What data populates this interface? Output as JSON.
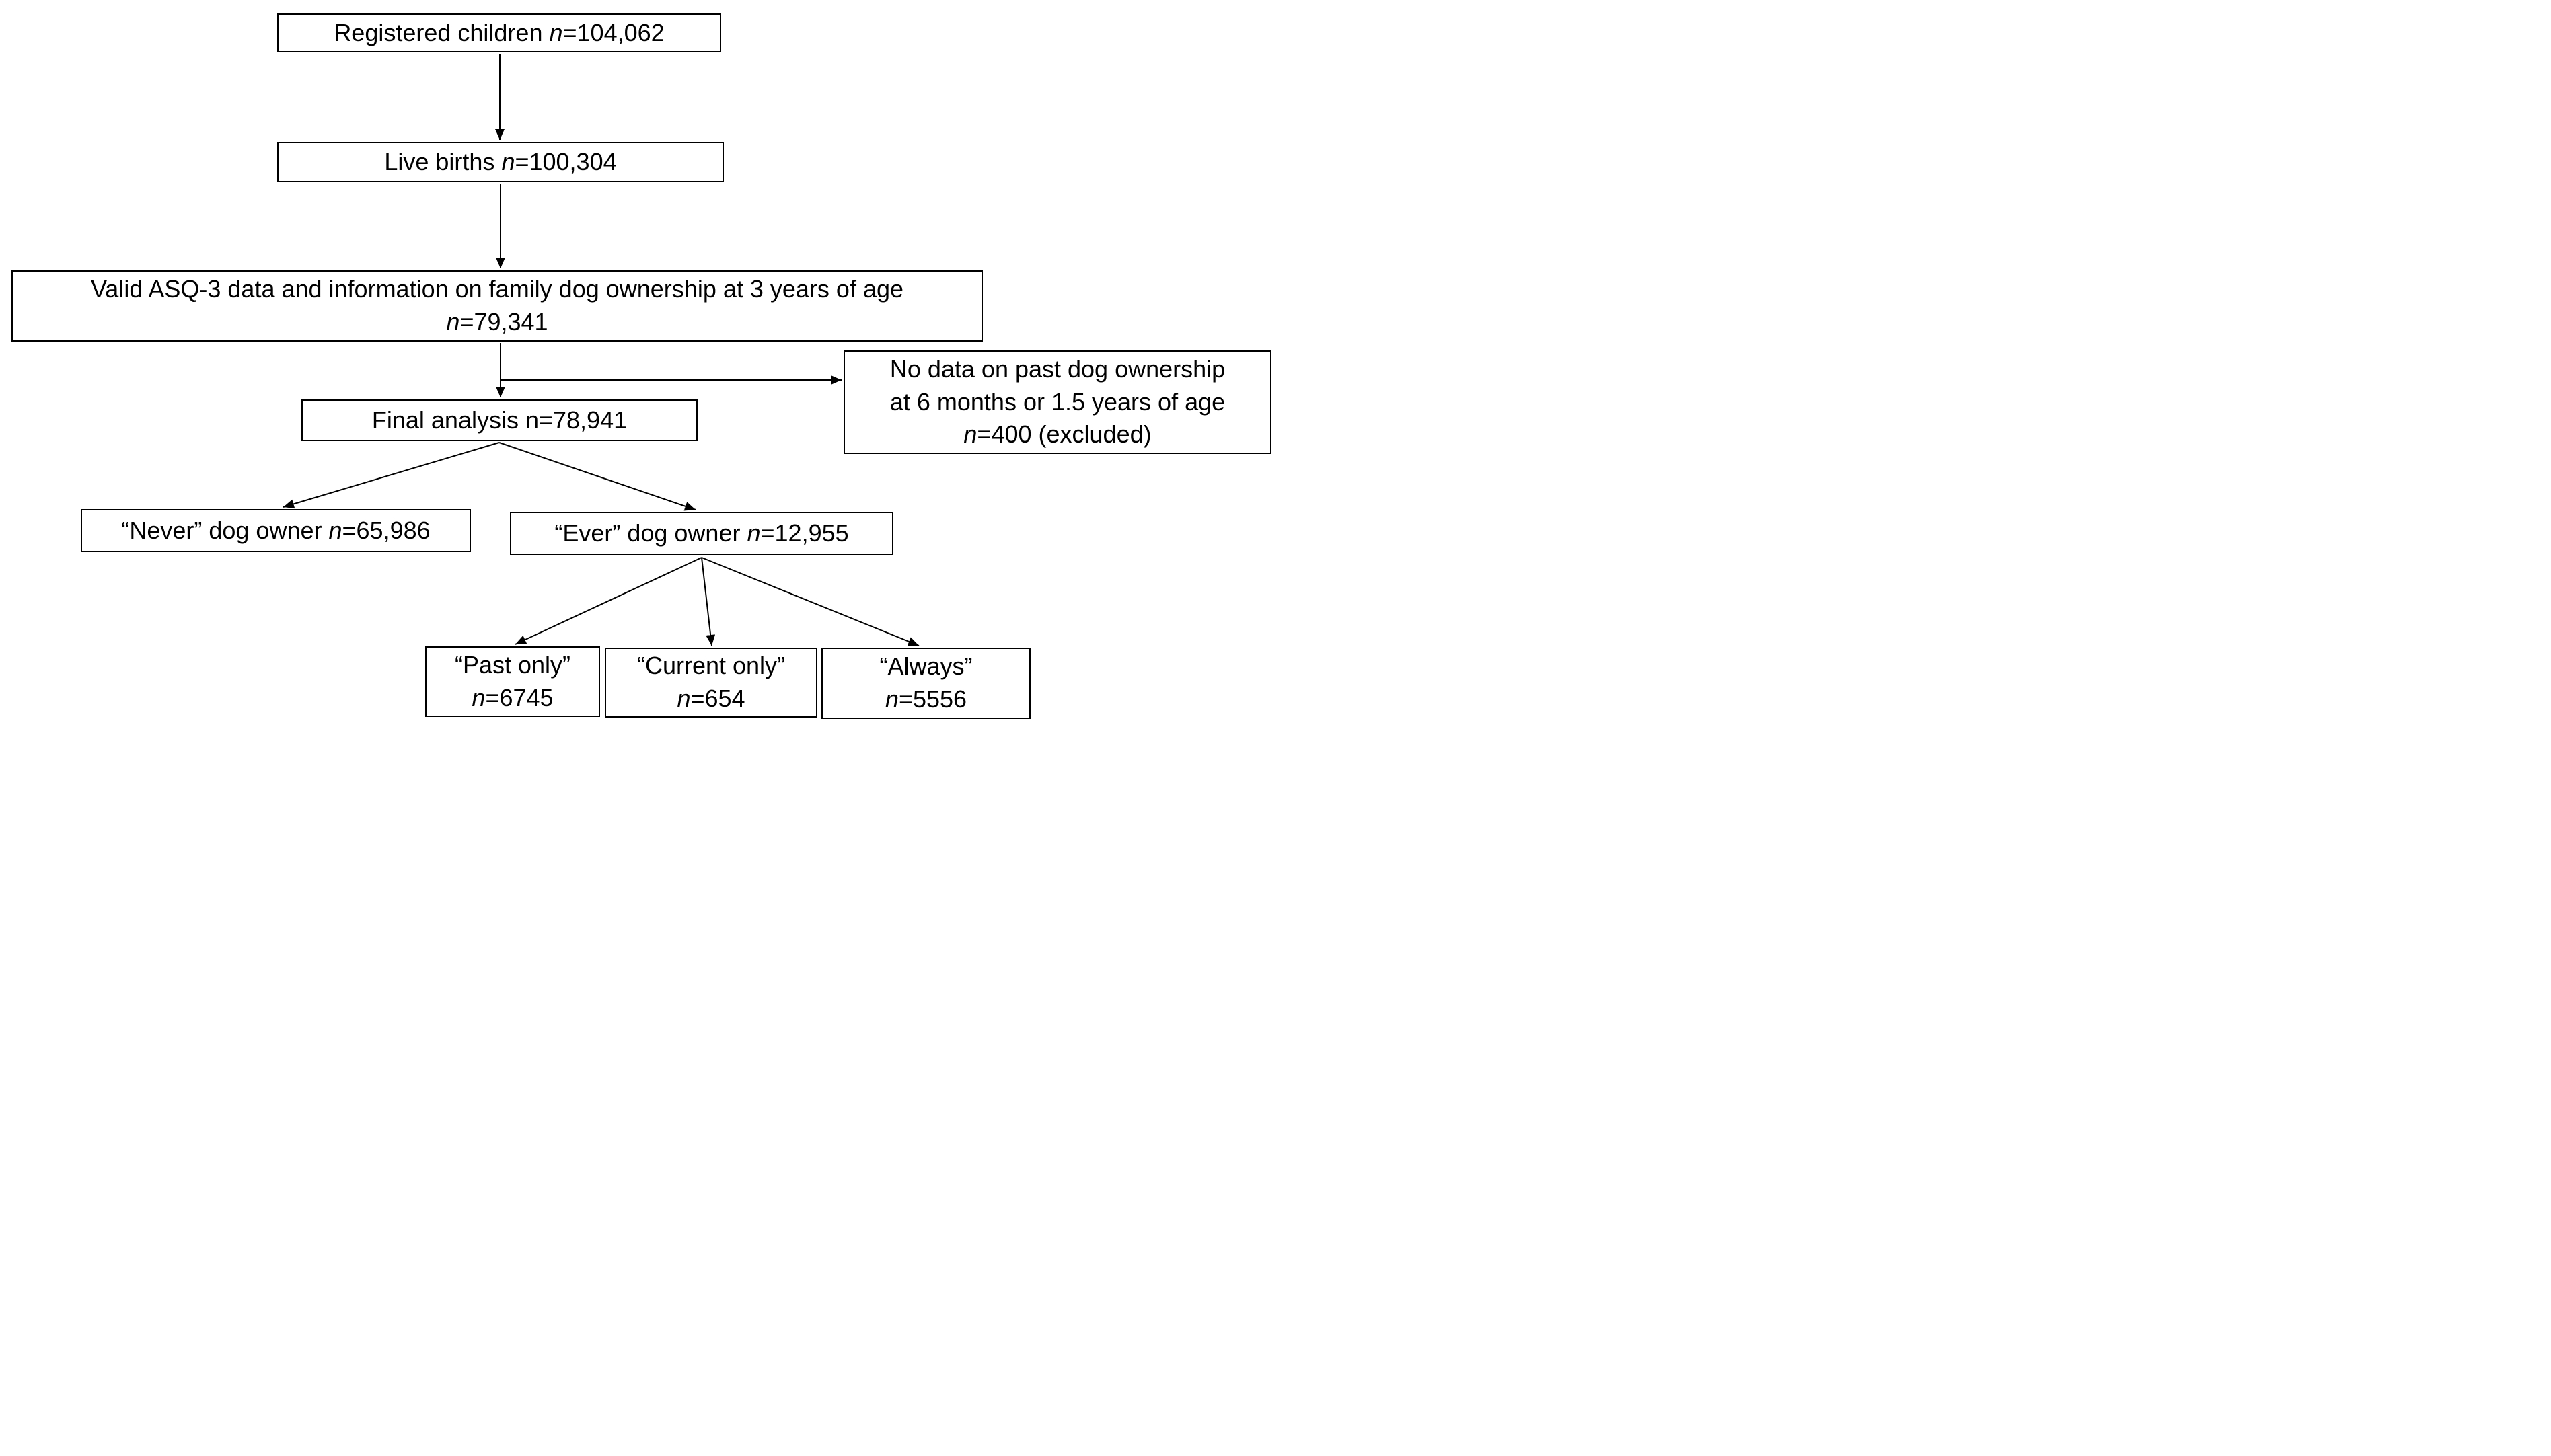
{
  "figure": {
    "type": "flowchart",
    "colors": {
      "background": "#ffffff",
      "box_fill": "#ffffff",
      "box_border": "#000000",
      "text": "#000000",
      "arrow": "#000000"
    },
    "nodes": {
      "registered": {
        "label": "Registered children n=104,062",
        "lines": [
          [
            {
              "text": "Registered children ",
              "italic": false
            },
            {
              "text": "n",
              "italic": true
            },
            {
              "text": "=104,062",
              "italic": false
            }
          ]
        ]
      },
      "live_births": {
        "label": "Live births n=100,304",
        "lines": [
          [
            {
              "text": "Live births ",
              "italic": false
            },
            {
              "text": "n",
              "italic": true
            },
            {
              "text": "=100,304",
              "italic": false
            }
          ]
        ]
      },
      "valid_asq3": {
        "label": "Valid ASQ-3 data and information on family dog ownership at 3 years of age n=79,341",
        "lines": [
          [
            {
              "text": "Valid ASQ-3 data and information on family dog ownership at 3 years of age",
              "italic": false
            }
          ],
          [
            {
              "text": "n",
              "italic": true
            },
            {
              "text": "=79,341",
              "italic": false
            }
          ]
        ]
      },
      "excluded": {
        "label": "No data on past dog ownership at 6 months or 1.5 years of age n=400 (excluded)",
        "lines": [
          [
            {
              "text": "No data on past dog ownership",
              "italic": false
            }
          ],
          [
            {
              "text": "at 6 months or 1.5 years of age",
              "italic": false
            }
          ],
          [
            {
              "text": "n",
              "italic": true
            },
            {
              "text": "=400 (excluded)",
              "italic": false
            }
          ]
        ]
      },
      "final": {
        "label": "Final analysis n=78,941",
        "lines": [
          [
            {
              "text": "Final analysis n=78,941",
              "italic": false
            }
          ]
        ]
      },
      "never": {
        "label": "“Never” dog owner n=65,986",
        "lines": [
          [
            {
              "text": "“Never” dog owner ",
              "italic": false
            },
            {
              "text": "n",
              "italic": true
            },
            {
              "text": "=65,986",
              "italic": false
            }
          ]
        ]
      },
      "ever": {
        "label": "“Ever” dog owner n=12,955",
        "lines": [
          [
            {
              "text": "“Ever” dog owner ",
              "italic": false
            },
            {
              "text": "n",
              "italic": true
            },
            {
              "text": "=12,955",
              "italic": false
            }
          ]
        ]
      },
      "past_only": {
        "label": "“Past only” n=6745",
        "lines": [
          [
            {
              "text": "“Past only”",
              "italic": false
            }
          ],
          [
            {
              "text": "n",
              "italic": true
            },
            {
              "text": "=6745",
              "italic": false
            }
          ]
        ]
      },
      "current_only": {
        "label": "“Current only” n=654",
        "lines": [
          [
            {
              "text": "“Current only”",
              "italic": false
            }
          ],
          [
            {
              "text": "n",
              "italic": true
            },
            {
              "text": "=654",
              "italic": false
            }
          ]
        ]
      },
      "always": {
        "label": "“Always” n=5556",
        "lines": [
          [
            {
              "text": "“Always”",
              "italic": false
            }
          ],
          [
            {
              "text": "n",
              "italic": true
            },
            {
              "text": "=5556",
              "italic": false
            }
          ]
        ]
      }
    },
    "edges": [
      {
        "from": "registered",
        "to": "live_births"
      },
      {
        "from": "live_births",
        "to": "valid_asq3"
      },
      {
        "from": "valid_asq3",
        "to": "final"
      },
      {
        "from": "valid_asq3",
        "to": "excluded"
      },
      {
        "from": "final",
        "to": "never"
      },
      {
        "from": "final",
        "to": "ever"
      },
      {
        "from": "ever",
        "to": "past_only"
      },
      {
        "from": "ever",
        "to": "current_only"
      },
      {
        "from": "ever",
        "to": "always"
      }
    ]
  }
}
